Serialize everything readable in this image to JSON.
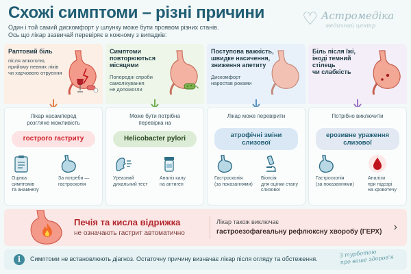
{
  "header": {
    "title": "Схожі симптоми – різні причини",
    "subtitle_line1": "Один і той самий дискомфорт у шлунку може бути проявом різних станів.",
    "subtitle_line2": "Ось що лікар зазвичай перевіряє в кожному з випадків:"
  },
  "logo": {
    "name": "Астромедіка",
    "subtitle": "медичний центр"
  },
  "columns": [
    {
      "symptom_title_l1": "Раптовий біль",
      "symptom_title_l2": "",
      "symptom_desc_l1": "після алкоголю,",
      "symptom_desc_l2": "прийому певних ліків",
      "symptom_desc_l3": "чи харчового отруєння",
      "check_l1": "Лікар насамперед",
      "check_l2": "розгляне можливість",
      "diagnosis_l1": "гострого гастриту",
      "diagnosis_l2": "",
      "items": [
        {
          "label_l1": "Оцінка",
          "label_l2": "симптомів",
          "label_l3": "та анамнезу"
        },
        {
          "label_l1": "За потреби —",
          "label_l2": "гастроскопія",
          "label_l3": ""
        }
      ]
    },
    {
      "symptom_title_l1": "Симптоми",
      "symptom_title_l2": "повторюються",
      "symptom_title_l3": "місяцями",
      "symptom_desc_l1": "Попередні спроби",
      "symptom_desc_l2": "самолікування",
      "symptom_desc_l3": "не допомогли",
      "check_l1": "Може бути потрібна",
      "check_l2": "перевірка на",
      "diagnosis_l1": "Helicobacter pylori",
      "diagnosis_l2": "",
      "items": [
        {
          "label_l1": "Уреазний",
          "label_l2": "дихальний тест",
          "label_l3": ""
        },
        {
          "label_l1": "Аналіз калу",
          "label_l2": "на антиген",
          "label_l3": ""
        }
      ]
    },
    {
      "symptom_title_l1": "Поступова важкість,",
      "symptom_title_l2": "швидке насичення,",
      "symptom_title_l3": "зниження апетиту",
      "symptom_desc_l1": "Дискомфорт",
      "symptom_desc_l2": "наростав роками",
      "symptom_desc_l3": "",
      "check_l1": "Лікар може перевірити",
      "check_l2": "",
      "diagnosis_l1": "атрофічні зміни",
      "diagnosis_l2": "слизової",
      "items": [
        {
          "label_l1": "Гастроскопія",
          "label_l2": "(за показаннями)",
          "label_l3": ""
        },
        {
          "label_l1": "Біопсія",
          "label_l2": "для оцінки стану",
          "label_l3": "слизової"
        }
      ]
    },
    {
      "symptom_title_l1": "Біль після їжі,",
      "symptom_title_l2": "іноді темний стілець",
      "symptom_title_l3": "чи слабкість",
      "symptom_desc_l1": "",
      "symptom_desc_l2": "",
      "symptom_desc_l3": "",
      "check_l1": "Потрібно виключити",
      "check_l2": "",
      "diagnosis_l1": "ерозивне ураження",
      "diagnosis_l2": "слизової",
      "items": [
        {
          "label_l1": "Гастроскопія",
          "label_l2": "(за показаннями)",
          "label_l3": ""
        },
        {
          "label_l1": "Аналізи",
          "label_l2": "при підозрі",
          "label_l3": "на кровотечу"
        }
      ]
    }
  ],
  "banner": {
    "title": "Печія та кисла відрижка",
    "subtitle": "не означають гастрит автоматично",
    "right_l1": "Лікар також виключає",
    "right_l2": "гастроезофагеальну рефлюксну хворобу (ГЕРХ)",
    "chevron": "›"
  },
  "note": {
    "icon": "i",
    "text": "Симптоми не встановлюють діагноз. Остаточну причину визначає лікар після огляду та обстеження."
  },
  "signature": {
    "l1": "З турботою",
    "l2": "про ваше здоров'я"
  },
  "colors": {
    "title": "#1f5d73",
    "alert": "#d0242c",
    "accent": "#3f8a9c"
  },
  "icons": [
    "stomach-icon",
    "wine-glass-icon",
    "pills-icon",
    "bacteria-icon",
    "clipboard-icon",
    "breath-icon",
    "test-jar-icon",
    "microscope-icon",
    "blood-drop-icon",
    "fire-icon",
    "chevron-right-icon",
    "info-icon",
    "heart-icon"
  ]
}
